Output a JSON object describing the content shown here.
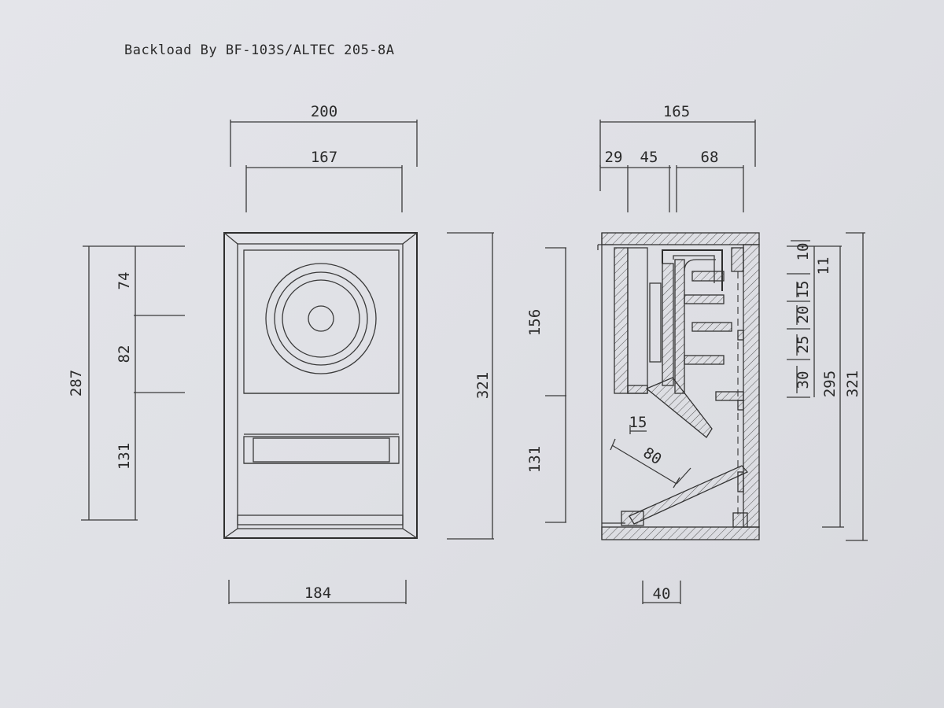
{
  "title": "Backload By BF-103S/ALTEC 205-8A",
  "front_view": {
    "width_outer": "200",
    "width_inner": "167",
    "width_bottom": "184",
    "height_right": "321",
    "height_left_total": "287",
    "height_top": "74",
    "height_mid": "82",
    "height_low": "131"
  },
  "side_view": {
    "depth_total": "165",
    "depth_a": "29",
    "depth_b": "45",
    "depth_c": "68",
    "height_upper": "156",
    "height_lower": "131",
    "throat_width": "15",
    "horn_length": "80",
    "mouth_width": "40",
    "right_dims": [
      "10",
      "11",
      "15",
      "20",
      "25",
      "30"
    ],
    "height_inner": "295",
    "height_total": "321"
  }
}
